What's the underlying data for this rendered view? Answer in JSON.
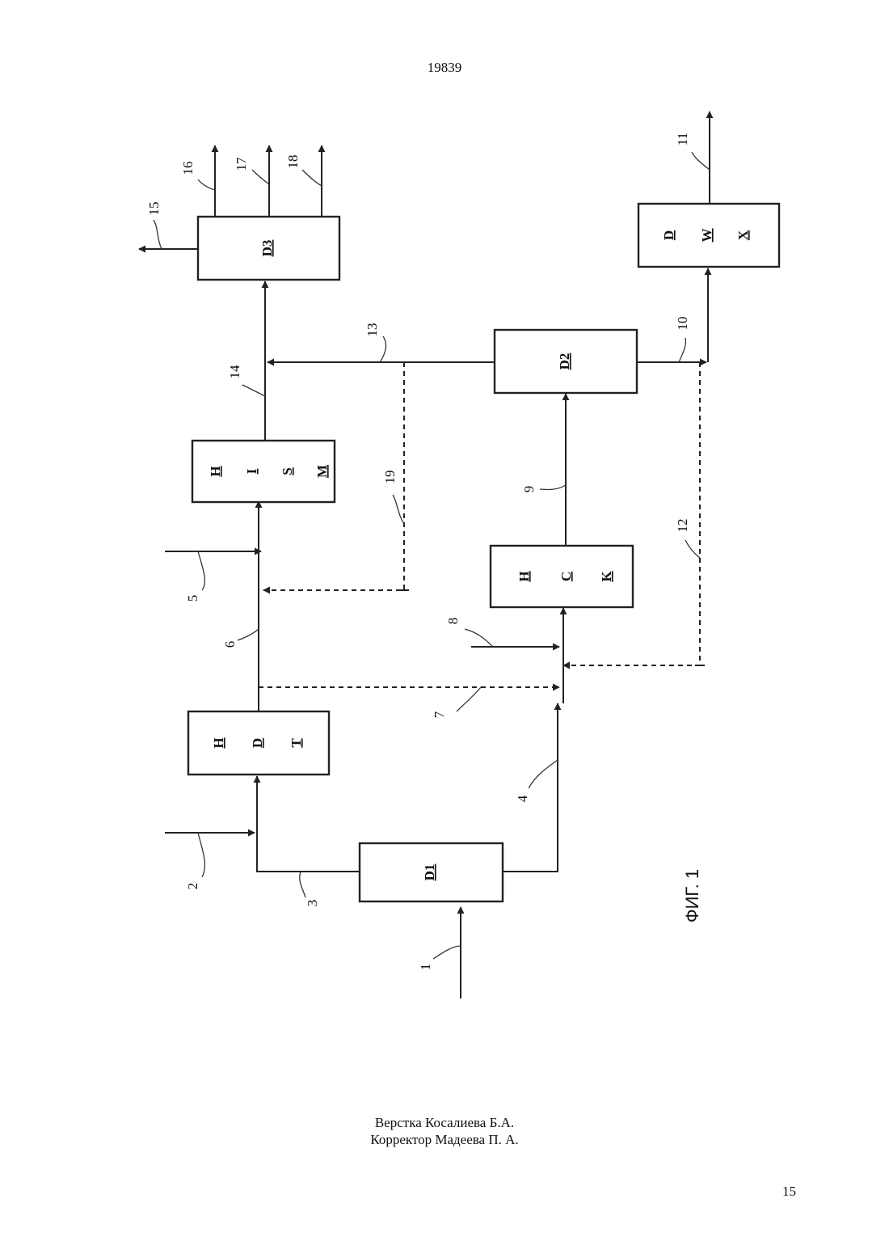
{
  "header": {
    "doc_number": "19839"
  },
  "footer": {
    "line1": "Верстка Косалиева Б.А.",
    "line2": "Корректор Мадеева П. А.",
    "page": "15"
  },
  "diagram": {
    "caption": "ФИГ. 1",
    "units": {
      "D1": [
        "D1"
      ],
      "HDT": [
        "H",
        "D",
        "T"
      ],
      "HISM": [
        "H",
        "I",
        "S",
        "M"
      ],
      "D3": [
        "D3"
      ],
      "HCK": [
        "H",
        "C",
        "K"
      ],
      "D2": [
        "D2"
      ],
      "DWX": [
        "D",
        "W",
        "X"
      ]
    },
    "streams": [
      "1",
      "2",
      "3",
      "4",
      "5",
      "6",
      "7",
      "8",
      "9",
      "10",
      "11",
      "12",
      "13",
      "14",
      "15",
      "16",
      "17",
      "18",
      "19"
    ]
  }
}
